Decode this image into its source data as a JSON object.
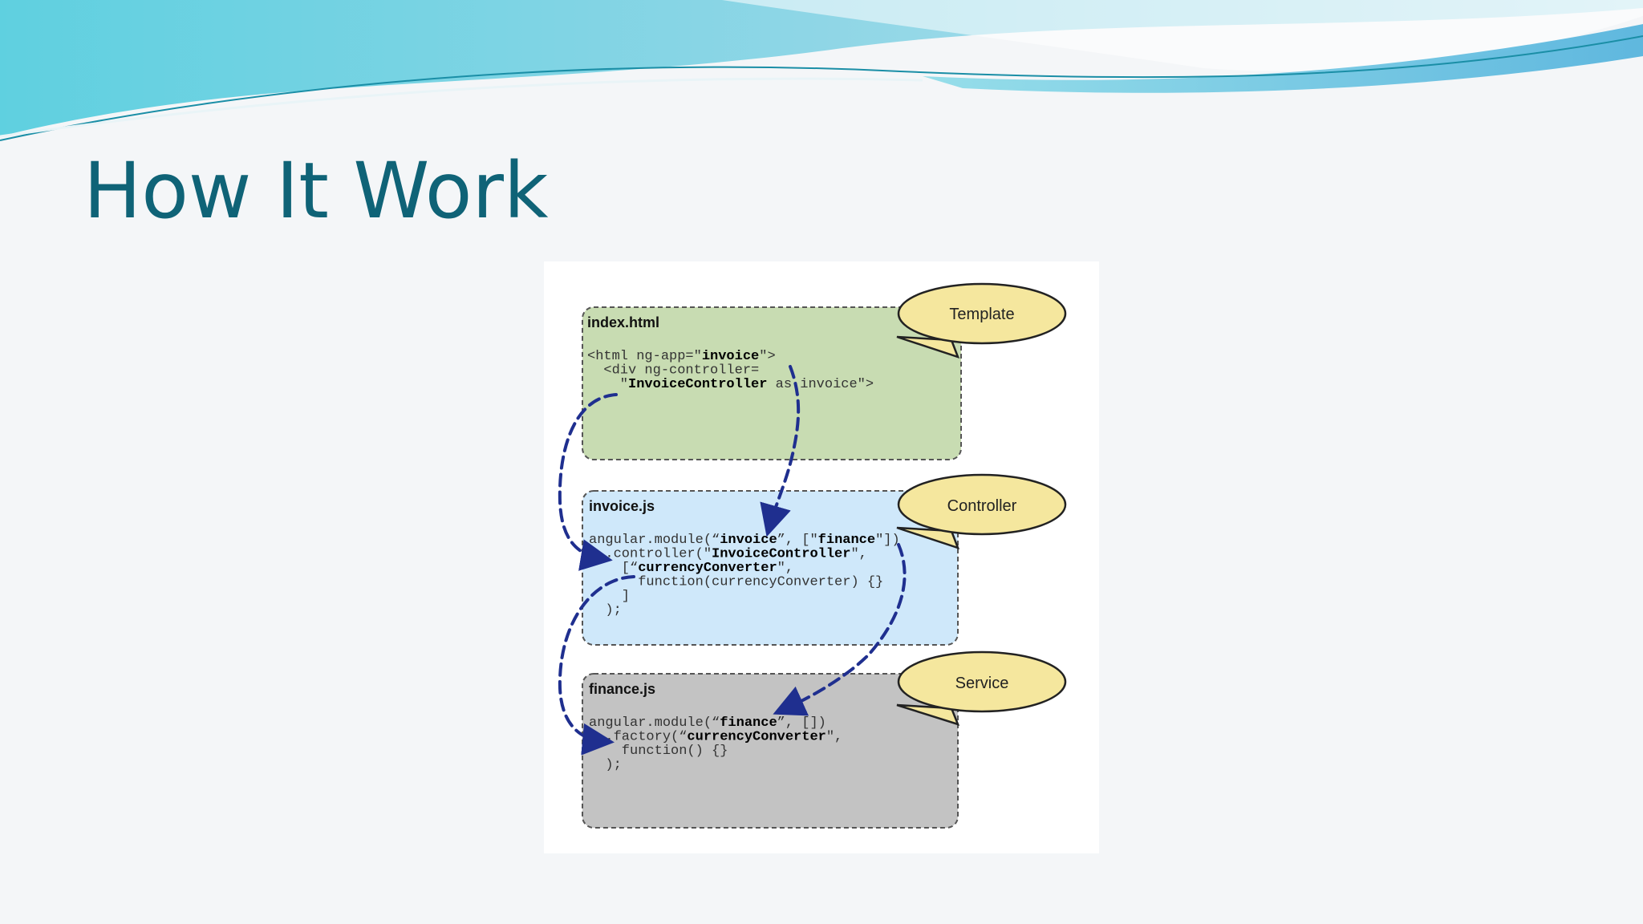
{
  "slide": {
    "title": "How It Work"
  },
  "diagram": {
    "boxes": [
      {
        "id": "template-box",
        "file": "index.html",
        "role": "Template",
        "fill": "#c8dcb2",
        "lines": [
          [
            {
              "t": "<html ng-app=\""
            },
            {
              "t": "invoice",
              "b": true
            },
            {
              "t": "\">"
            }
          ],
          [
            {
              "t": "  <div ng-controller="
            }
          ],
          [
            {
              "t": "    \""
            },
            {
              "t": "InvoiceController",
              "b": true
            },
            {
              "t": " as invoice\">"
            }
          ]
        ]
      },
      {
        "id": "controller-box",
        "file": "invoice.js",
        "role": "Controller",
        "fill": "#cfe8fa",
        "lines": [
          [
            {
              "t": "angular.module(“"
            },
            {
              "t": "invoice",
              "b": true
            },
            {
              "t": "”, [\""
            },
            {
              "t": "finance",
              "b": true
            },
            {
              "t": "\"])"
            }
          ],
          [
            {
              "t": "  .controller(\""
            },
            {
              "t": "InvoiceController",
              "b": true
            },
            {
              "t": "\","
            }
          ],
          [
            {
              "t": "    [“"
            },
            {
              "t": "currencyConverter",
              "b": true
            },
            {
              "t": "\","
            }
          ],
          [
            {
              "t": "      function(currencyConverter) {}"
            }
          ],
          [
            {
              "t": "    ]"
            }
          ],
          [
            {
              "t": "  );"
            }
          ]
        ]
      },
      {
        "id": "service-box",
        "file": "finance.js",
        "role": "Service",
        "fill": "#c3c3c3",
        "lines": [
          [
            {
              "t": "angular.module(“"
            },
            {
              "t": "finance",
              "b": true
            },
            {
              "t": "”, [])"
            }
          ],
          [
            {
              "t": "  .factory(“"
            },
            {
              "t": "currencyConverter",
              "b": true
            },
            {
              "t": "\","
            }
          ],
          [
            {
              "t": "    function() {}"
            }
          ],
          [
            {
              "t": "  );"
            }
          ]
        ]
      }
    ],
    "colors": {
      "bubble": "#f5e79e",
      "arrow": "#1f2f8f",
      "title": "#0f6377"
    }
  }
}
